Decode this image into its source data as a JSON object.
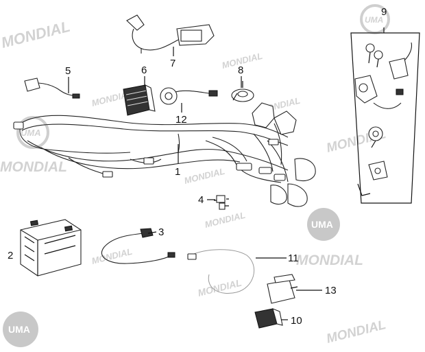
{
  "watermarks": {
    "brand_text": "MONDIAL",
    "logo_text": "UMA"
  },
  "callouts": [
    {
      "id": "1",
      "label": "1"
    },
    {
      "id": "2",
      "label": "2"
    },
    {
      "id": "3",
      "label": "3"
    },
    {
      "id": "4",
      "label": "4"
    },
    {
      "id": "5",
      "label": "5"
    },
    {
      "id": "6",
      "label": "6"
    },
    {
      "id": "7",
      "label": "7"
    },
    {
      "id": "8",
      "label": "8"
    },
    {
      "id": "9",
      "label": "9"
    },
    {
      "id": "10",
      "label": "10"
    },
    {
      "id": "11",
      "label": "11"
    },
    {
      "id": "12",
      "label": "12"
    },
    {
      "id": "13",
      "label": "13"
    }
  ],
  "colors": {
    "watermark": "#d2d2d2",
    "logo_fill": "#c8c8c8",
    "line": "#111111"
  }
}
